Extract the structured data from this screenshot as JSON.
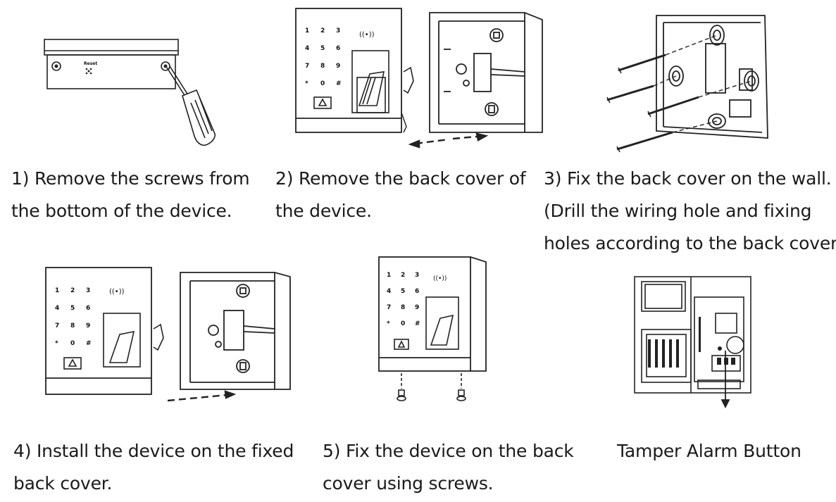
{
  "diagram": {
    "steps": [
      {
        "id": 1,
        "lines": [
          "1) Remove the screws from",
          "the bottom of the device."
        ]
      },
      {
        "id": 2,
        "lines": [
          "2) Remove the back cover of",
          "the device."
        ]
      },
      {
        "id": 3,
        "lines": [
          "3) Fix the back cover on the wall.",
          "(Drill the wiring hole and fixing",
          "holes according to the back cover)"
        ]
      },
      {
        "id": 4,
        "lines": [
          "4) Install the device on the fixed",
          "back cover."
        ]
      },
      {
        "id": 5,
        "lines": [
          "5) Fix the device on the back",
          "cover using screws."
        ]
      },
      {
        "id": 6,
        "lines": [
          "Tamper Alarm Button"
        ]
      }
    ],
    "reset_label": "Reset",
    "keypad": [
      "1",
      "2",
      "3",
      "4",
      "5",
      "6",
      "7",
      "8",
      "9",
      "*",
      "0",
      "#"
    ],
    "rfid_symbol": "((•))"
  }
}
